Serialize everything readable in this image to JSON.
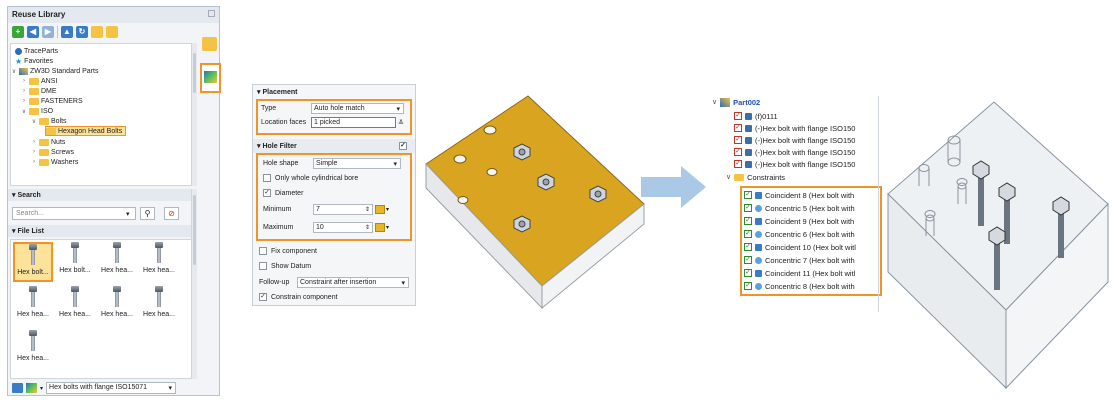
{
  "library": {
    "title": "Reuse Library",
    "tree": [
      {
        "label": "TraceParts",
        "icon": "traceparts-icon",
        "depth": 0
      },
      {
        "label": "Favorites",
        "icon": "star-icon",
        "depth": 0
      },
      {
        "label": "ZW3D Standard Parts",
        "icon": "standard-parts-icon",
        "depth": 0
      },
      {
        "label": "ANSI",
        "depth": 1
      },
      {
        "label": "DME",
        "depth": 1
      },
      {
        "label": "FASTENERS",
        "depth": 1
      },
      {
        "label": "ISO",
        "depth": 1
      },
      {
        "label": "Bolts",
        "depth": 2
      },
      {
        "label": "Hexagon Head Bolts",
        "depth": 3
      },
      {
        "label": "Nuts",
        "depth": 2
      },
      {
        "label": "Screws",
        "depth": 2
      },
      {
        "label": "Washers",
        "depth": 2
      }
    ],
    "search_header": "Search",
    "search_placeholder": "Search...",
    "file_list_header": "File List",
    "files": [
      "Hex bolt...",
      "Hex bolt...",
      "Hex hea...",
      "Hex hea...",
      "Hex hea...",
      "Hex hea...",
      "Hex hea...",
      "Hex hea...",
      "Hex hea..."
    ],
    "footer_select": "Hex bolts with flange ISO15071"
  },
  "placement": {
    "section": "Placement",
    "type_label": "Type",
    "type_value": "Auto hole match",
    "location_label": "Location faces",
    "location_value": "1 picked",
    "hole_filter": "Hole Filter",
    "hole_shape_label": "Hole shape",
    "hole_shape_value": "Simple",
    "only_cyl": "Only whole cylindrical bore",
    "diameter": "Diameter",
    "min_label": "Minimum",
    "min_value": "7",
    "max_label": "Maximum",
    "max_value": "10",
    "fix_component": "Fix component",
    "show_datum": "Show Datum",
    "followup_label": "Follow-up",
    "followup_value": "Constraint after insertion",
    "constrain_component": "Constrain component"
  },
  "model_tree": {
    "root": "Part002",
    "items": [
      {
        "label": "(f)0111",
        "kind": "feature"
      },
      {
        "label": "(-)Hex bolt with flange ISO150",
        "kind": "part"
      },
      {
        "label": "(-)Hex bolt with flange ISO150",
        "kind": "part"
      },
      {
        "label": "(-)Hex bolt with flange ISO150",
        "kind": "part"
      },
      {
        "label": "(-)Hex bolt with flange ISO150",
        "kind": "part"
      }
    ],
    "constraints_label": "Constraints",
    "constraints": [
      {
        "label": "Coincident 8 (Hex bolt with",
        "kind": "coincident"
      },
      {
        "label": "Concentric 5 (Hex bolt with",
        "kind": "concentric"
      },
      {
        "label": "Coincident 9 (Hex bolt with",
        "kind": "coincident"
      },
      {
        "label": "Concentric 6 (Hex bolt with",
        "kind": "concentric"
      },
      {
        "label": "Coincident 10 (Hex bolt witl",
        "kind": "coincident"
      },
      {
        "label": "Concentric 7 (Hex bolt with",
        "kind": "concentric"
      },
      {
        "label": "Coincident 11 (Hex bolt witl",
        "kind": "coincident"
      },
      {
        "label": "Concentric 8 (Hex bolt with",
        "kind": "concentric"
      }
    ]
  },
  "colors": {
    "highlight": "#f0932b",
    "plate": "#d9a520",
    "arrow": "#a9c9e7"
  }
}
